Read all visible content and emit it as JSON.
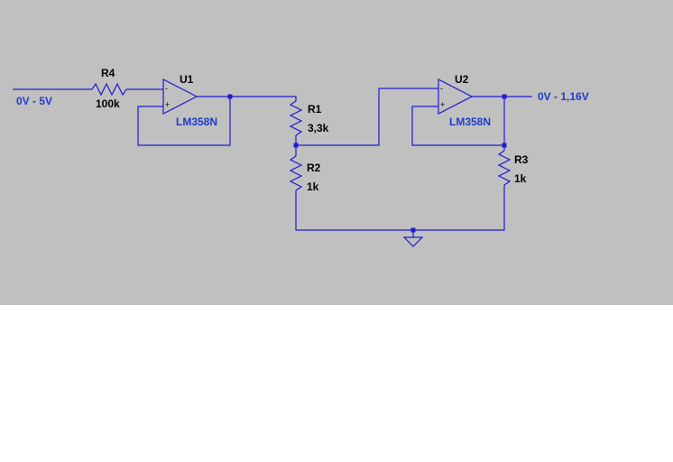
{
  "schematic": {
    "input_label": "0V - 5V",
    "output_label": "0V - 1,16V",
    "components": {
      "R4": {
        "name": "R4",
        "value": "100k"
      },
      "U1": {
        "name": "U1",
        "model": "LM358N"
      },
      "R1": {
        "name": "R1",
        "value": "3,3k"
      },
      "R2": {
        "name": "R2",
        "value": "1k"
      },
      "U2": {
        "name": "U2",
        "model": "LM358N"
      },
      "R3": {
        "name": "R3",
        "value": "1k"
      }
    },
    "pin_marks": {
      "minus": "-",
      "plus": "+"
    },
    "colors": {
      "background": "#c0c0c0",
      "wire": "#1c1cd0",
      "label": "#1e3ccc"
    }
  }
}
